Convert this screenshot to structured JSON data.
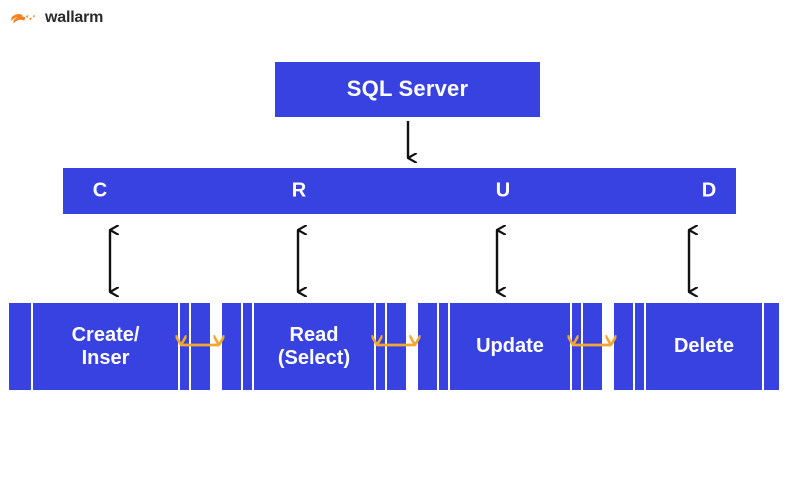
{
  "brand": {
    "name": "wallarm",
    "logo_icon": "wallarm-flag-icon",
    "logo_color": "#f4811f",
    "text_color": "#2b2b2b"
  },
  "theme": {
    "background": "#ffffff",
    "node_blue": "#3742e0",
    "node_text": "#ffffff",
    "arrow_black": "#111111",
    "arrow_orange": "#f0a830"
  },
  "diagram": {
    "title_node": {
      "label": "SQL Server",
      "icon": "database-node"
    },
    "crud_bar": {
      "letters": [
        {
          "label": "C",
          "meaning": "Create"
        },
        {
          "label": "R",
          "meaning": "Read"
        },
        {
          "label": "U",
          "meaning": "Update"
        },
        {
          "label": "D",
          "meaning": "Delete"
        }
      ]
    },
    "operations": [
      {
        "label": "Create/\nInser",
        "key": "create"
      },
      {
        "label": "Read\n(Select)",
        "key": "read"
      },
      {
        "label": "Update",
        "key": "update"
      },
      {
        "label": "Delete",
        "key": "delete"
      }
    ],
    "connectors": {
      "down_arrow": "arrow-down-icon",
      "vertical_double_arrows": "arrow-up-down-icon",
      "horizontal_double_arrows": "arrow-left-right-icon",
      "vertical_count": 4,
      "horizontal_count": 3
    }
  }
}
